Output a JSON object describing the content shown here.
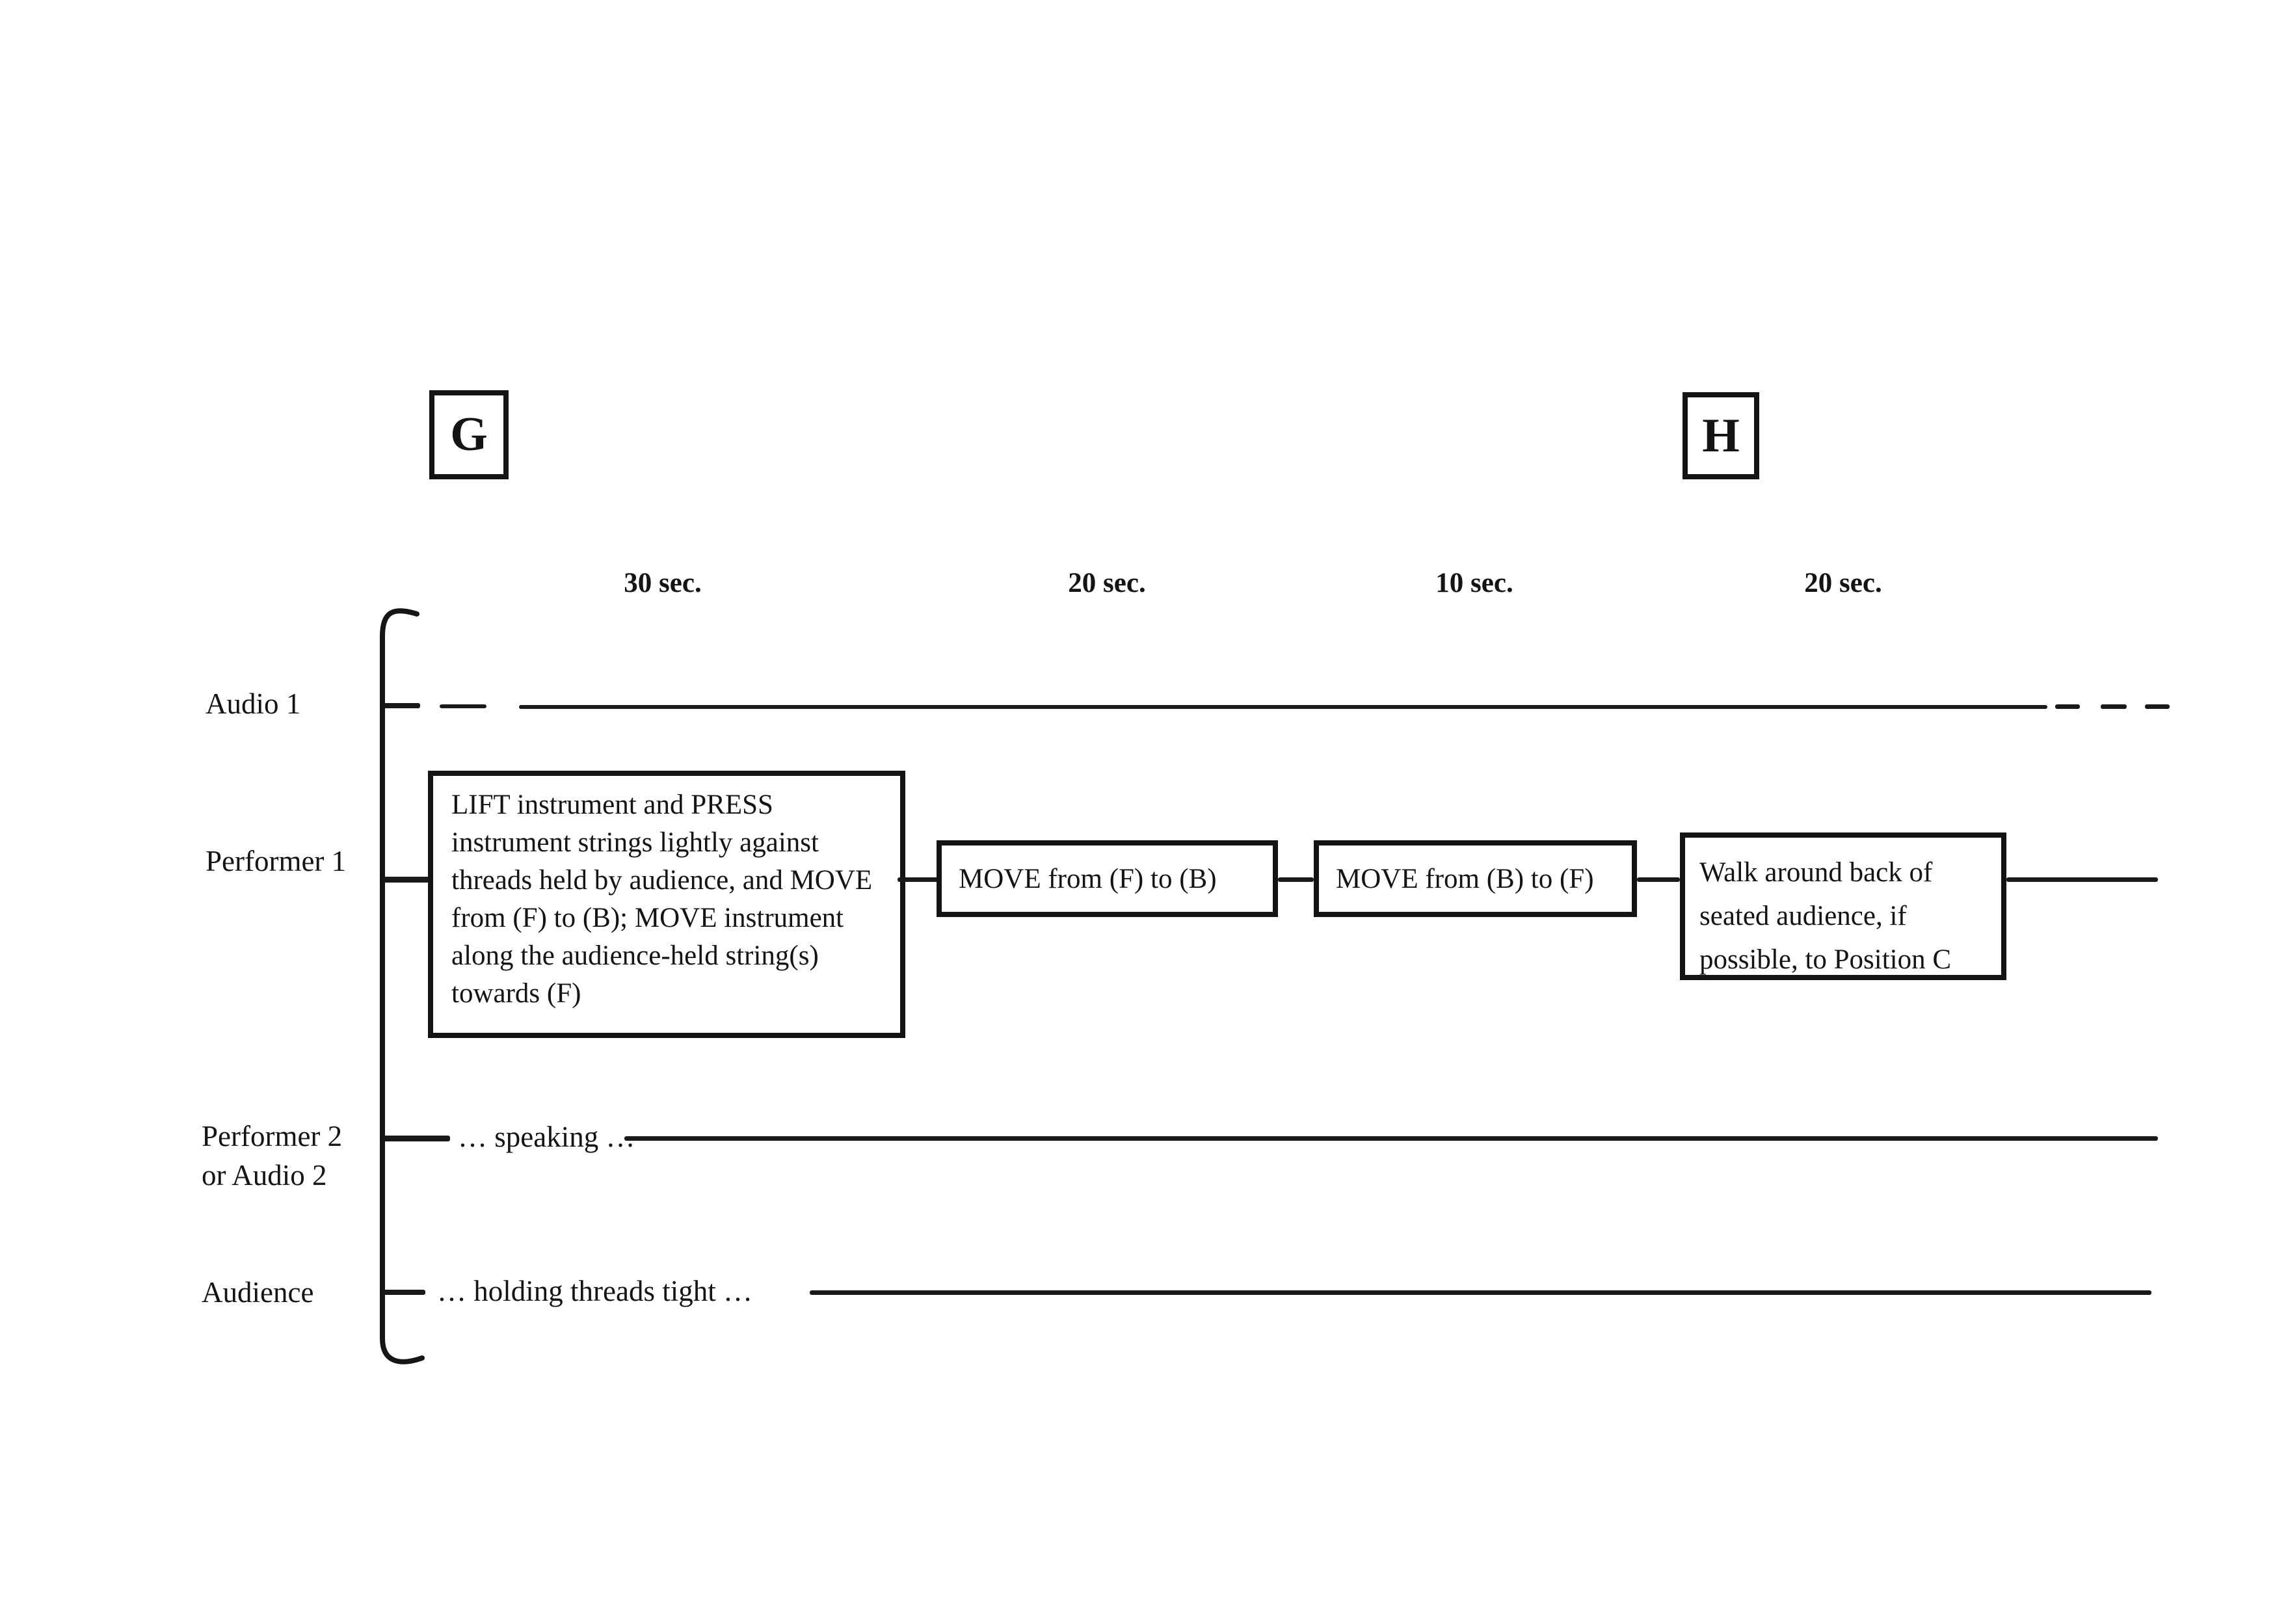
{
  "marks": {
    "g": "G",
    "h": "H"
  },
  "time_labels": [
    "30 sec.",
    "20 sec.",
    "10 sec.",
    "20 sec."
  ],
  "rows": {
    "audio1": {
      "label": "Audio 1"
    },
    "performer1": {
      "label": "Performer 1",
      "boxes": {
        "lift": "LIFT instrument and PRESS instrument strings lightly against threads held by audience, and MOVE from (F) to (B); MOVE instrument along the audience-held string(s) towards (F)",
        "move_fb": "MOVE from (F) to (B)",
        "move_bf": "MOVE from (B) to (F)",
        "walk": "Walk around back of seated audience, if possible, to Position C"
      }
    },
    "performer2": {
      "label_line1": "Performer 2",
      "label_line2": "or Audio 2",
      "annotation": "… speaking …"
    },
    "audience": {
      "label": "Audience",
      "annotation": "… holding threads tight …"
    }
  },
  "colors": {
    "ink": "#141414",
    "paper": "#ffffff"
  }
}
